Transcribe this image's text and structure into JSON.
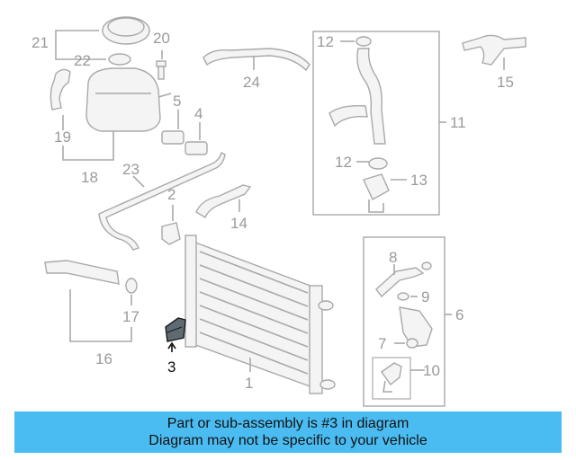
{
  "diagram": {
    "callouts": {
      "c1": "1",
      "c2": "2",
      "c3": "3",
      "c4": "4",
      "c5": "5",
      "c6": "6",
      "c7": "7",
      "c8": "8",
      "c9": "9",
      "c10": "10",
      "c11": "11",
      "c12a": "12",
      "c12b": "12",
      "c13": "13",
      "c14": "14",
      "c15": "15",
      "c16": "16",
      "c17": "17",
      "c18": "18",
      "c19": "19",
      "c20": "20",
      "c21": "21",
      "c22": "22",
      "c23": "23",
      "c24": "24"
    },
    "highlighted_part": "3",
    "colors": {
      "line": "#a9a9a9",
      "callout": "#9a9a9a",
      "highlight": "#111111"
    }
  },
  "banner": {
    "line1": "Part or sub-assembly is #3 in diagram",
    "line2": "Diagram may not be specific to your vehicle",
    "background": "#4bbcf1"
  }
}
